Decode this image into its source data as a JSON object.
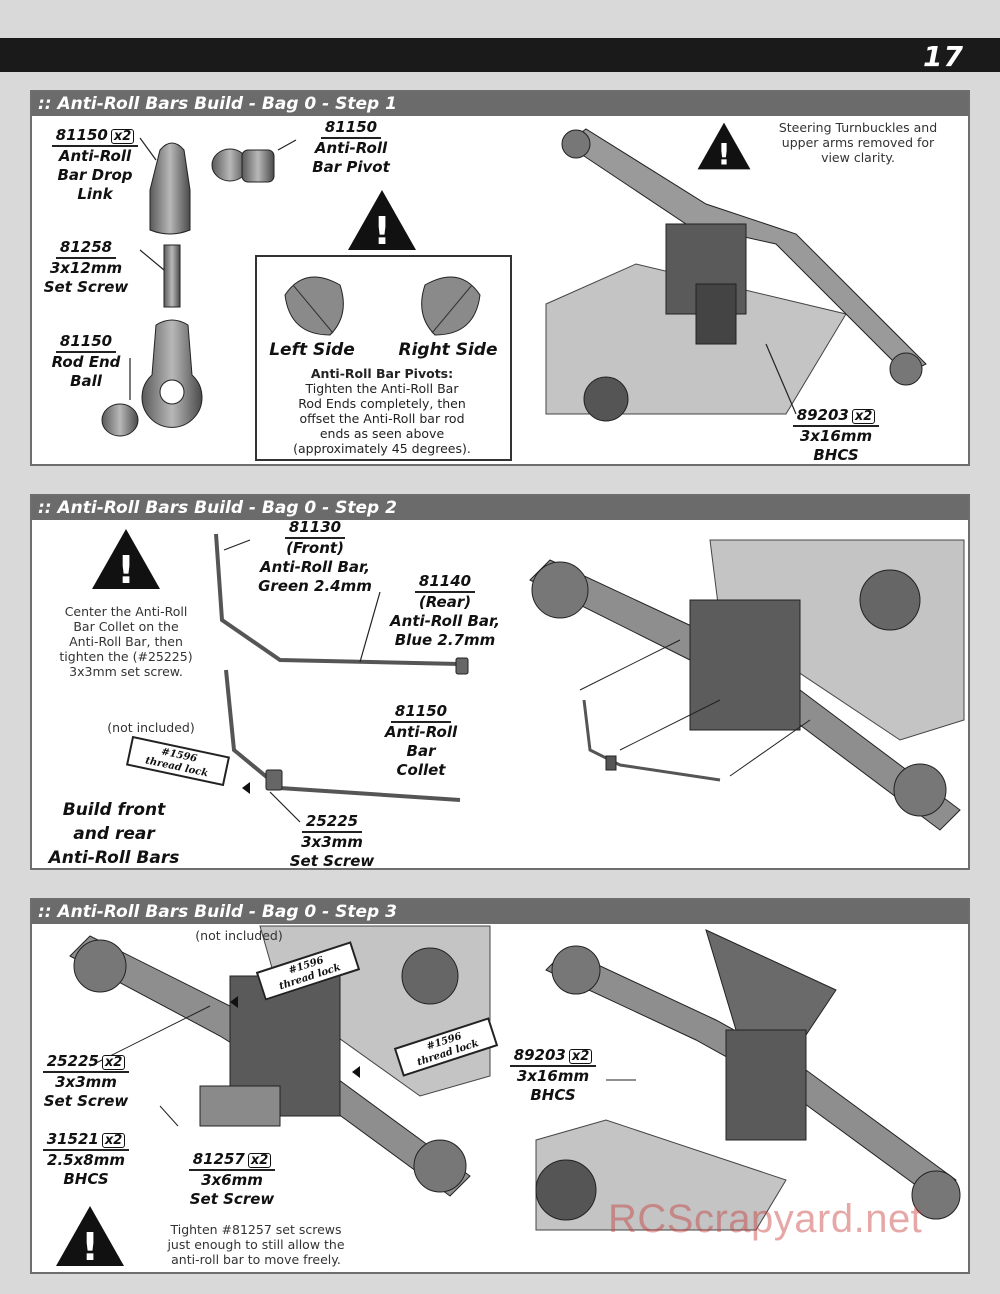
{
  "page": {
    "number": "17",
    "watermark": "RCScrapyard.net"
  },
  "step1": {
    "title": ":: Anti-Roll Bars Build - Bag 0 - Step 1",
    "drop_link": {
      "part": "81150",
      "qty": "x2",
      "name_l1": "Anti-Roll",
      "name_l2": "Bar Drop",
      "name_l3": "Link"
    },
    "pivot": {
      "part": "81150",
      "name_l1": "Anti-Roll",
      "name_l2": "Bar Pivot"
    },
    "set_screw": {
      "part": "81258",
      "size": "3x12mm",
      "name": "Set Screw"
    },
    "ball": {
      "part": "81150",
      "name_l1": "Rod End",
      "name_l2": "Ball"
    },
    "left_side": "Left Side",
    "right_side": "Right Side",
    "pivot_note_title": "Anti-Roll Bar Pivots:",
    "pivot_note": [
      "Tighten the Anti-Roll Bar",
      "Rod Ends completely, then",
      "offset the Anti-Roll bar rod",
      "ends as seen above",
      "(approximately 45 degrees)."
    ],
    "clarity_note": [
      "Steering Turnbuckles and",
      "upper arms removed for",
      "view clarity."
    ],
    "bhcs": {
      "part": "89203",
      "qty": "x2",
      "size": "3x16mm",
      "name": "BHCS"
    }
  },
  "step2": {
    "title": ":: Anti-Roll Bars Build - Bag 0 - Step 2",
    "front_bar": {
      "part": "81130",
      "l1": "(Front)",
      "l2": "Anti-Roll Bar,",
      "l3": "Green 2.4mm"
    },
    "rear_bar": {
      "part": "81140",
      "l1": "(Rear)",
      "l2": "Anti-Roll Bar,",
      "l3": "Blue 2.7mm"
    },
    "collet": {
      "part": "81150",
      "l1": "Anti-Roll",
      "l2": "Bar",
      "l3": "Collet"
    },
    "set_screw": {
      "part": "25225",
      "size": "3x3mm",
      "name": "Set Screw"
    },
    "center_note": [
      "Center the Anti-Roll",
      "Bar Collet on the",
      "Anti-Roll Bar, then",
      "tighten the (#25225)",
      "3x3mm set screw."
    ],
    "not_included": "(not included)",
    "threadlock_l1": "#1596",
    "threadlock_l2": "thread lock",
    "build_l1": "Build front",
    "build_l2": "and rear",
    "build_l3": "Anti-Roll Bars"
  },
  "step3": {
    "title": ":: Anti-Roll Bars Build - Bag 0 - Step 3",
    "not_included": "(not included)",
    "threadlock_l1": "#1596",
    "threadlock_l2": "thread lock",
    "set_screw": {
      "part": "25225",
      "qty": "x2",
      "size": "3x3mm",
      "name": "Set Screw"
    },
    "bhcs_small": {
      "part": "31521",
      "qty": "x2",
      "size": "2.5x8mm",
      "name": "BHCS"
    },
    "set_screw2": {
      "part": "81257",
      "qty": "x2",
      "size": "3x6mm",
      "name": "Set Screw"
    },
    "bhcs": {
      "part": "89203",
      "qty": "x2",
      "size": "3x16mm",
      "name": "BHCS"
    },
    "tighten_note": [
      "Tighten #81257 set screws",
      "just enough to still allow the",
      "anti-roll bar to move freely."
    ]
  }
}
